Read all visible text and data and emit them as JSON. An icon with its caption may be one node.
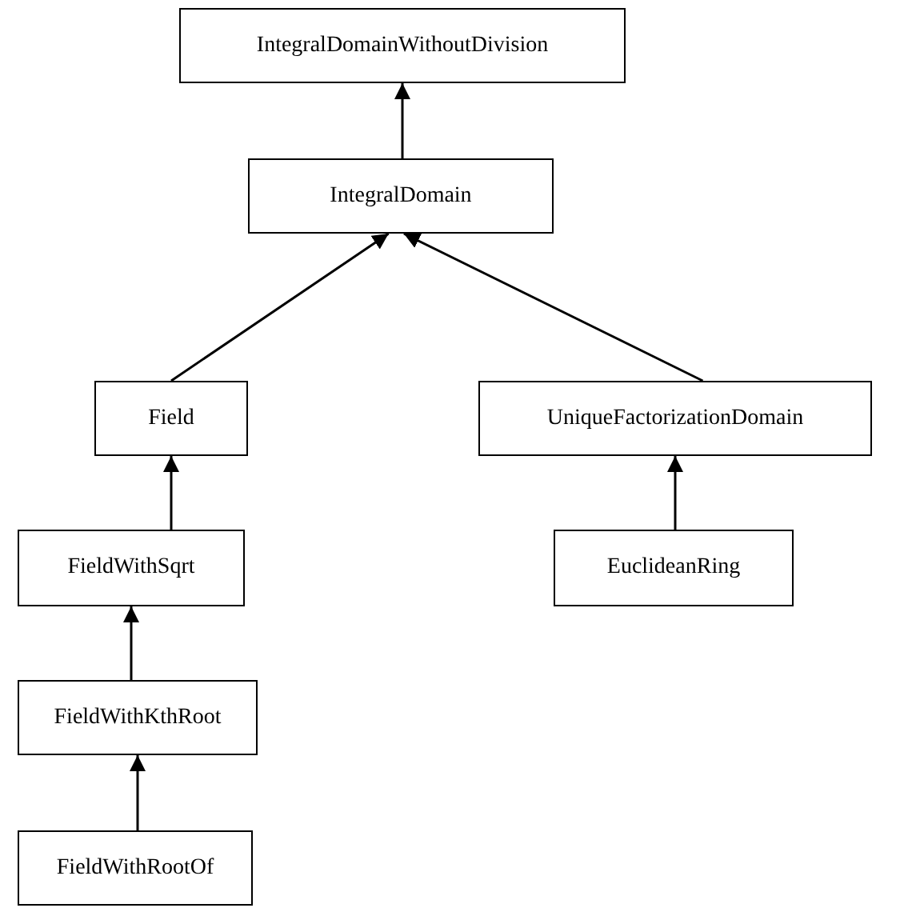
{
  "diagram": {
    "nodes": [
      {
        "text": [
          "IntegralDomainWithoutDivision"
        ]
      },
      {
        "text": [
          "IntegralDomain"
        ]
      },
      {
        "text": [
          "Field"
        ]
      },
      {
        "text": [
          "UniqueFactorizationDomain"
        ]
      },
      {
        "text": [
          "FieldWithSqrt"
        ]
      },
      {
        "text": [
          "EuclideanRing"
        ]
      },
      {
        "text": [
          "FieldWithKthRoot"
        ]
      },
      {
        "text": [
          "FieldWithRootOf"
        ]
      }
    ],
    "edges": [
      {
        "from": 1,
        "to": 0,
        "arrow": "to"
      },
      {
        "from": 2,
        "to": 1,
        "arrow": "to"
      },
      {
        "from": 3,
        "to": 1,
        "arrow": "to"
      },
      {
        "from": 4,
        "to": 2,
        "arrow": "to"
      },
      {
        "from": 5,
        "to": 3,
        "arrow": "to"
      },
      {
        "from": 6,
        "to": 4,
        "arrow": "to"
      },
      {
        "from": 7,
        "to": 6,
        "arrow": "to"
      }
    ]
  }
}
